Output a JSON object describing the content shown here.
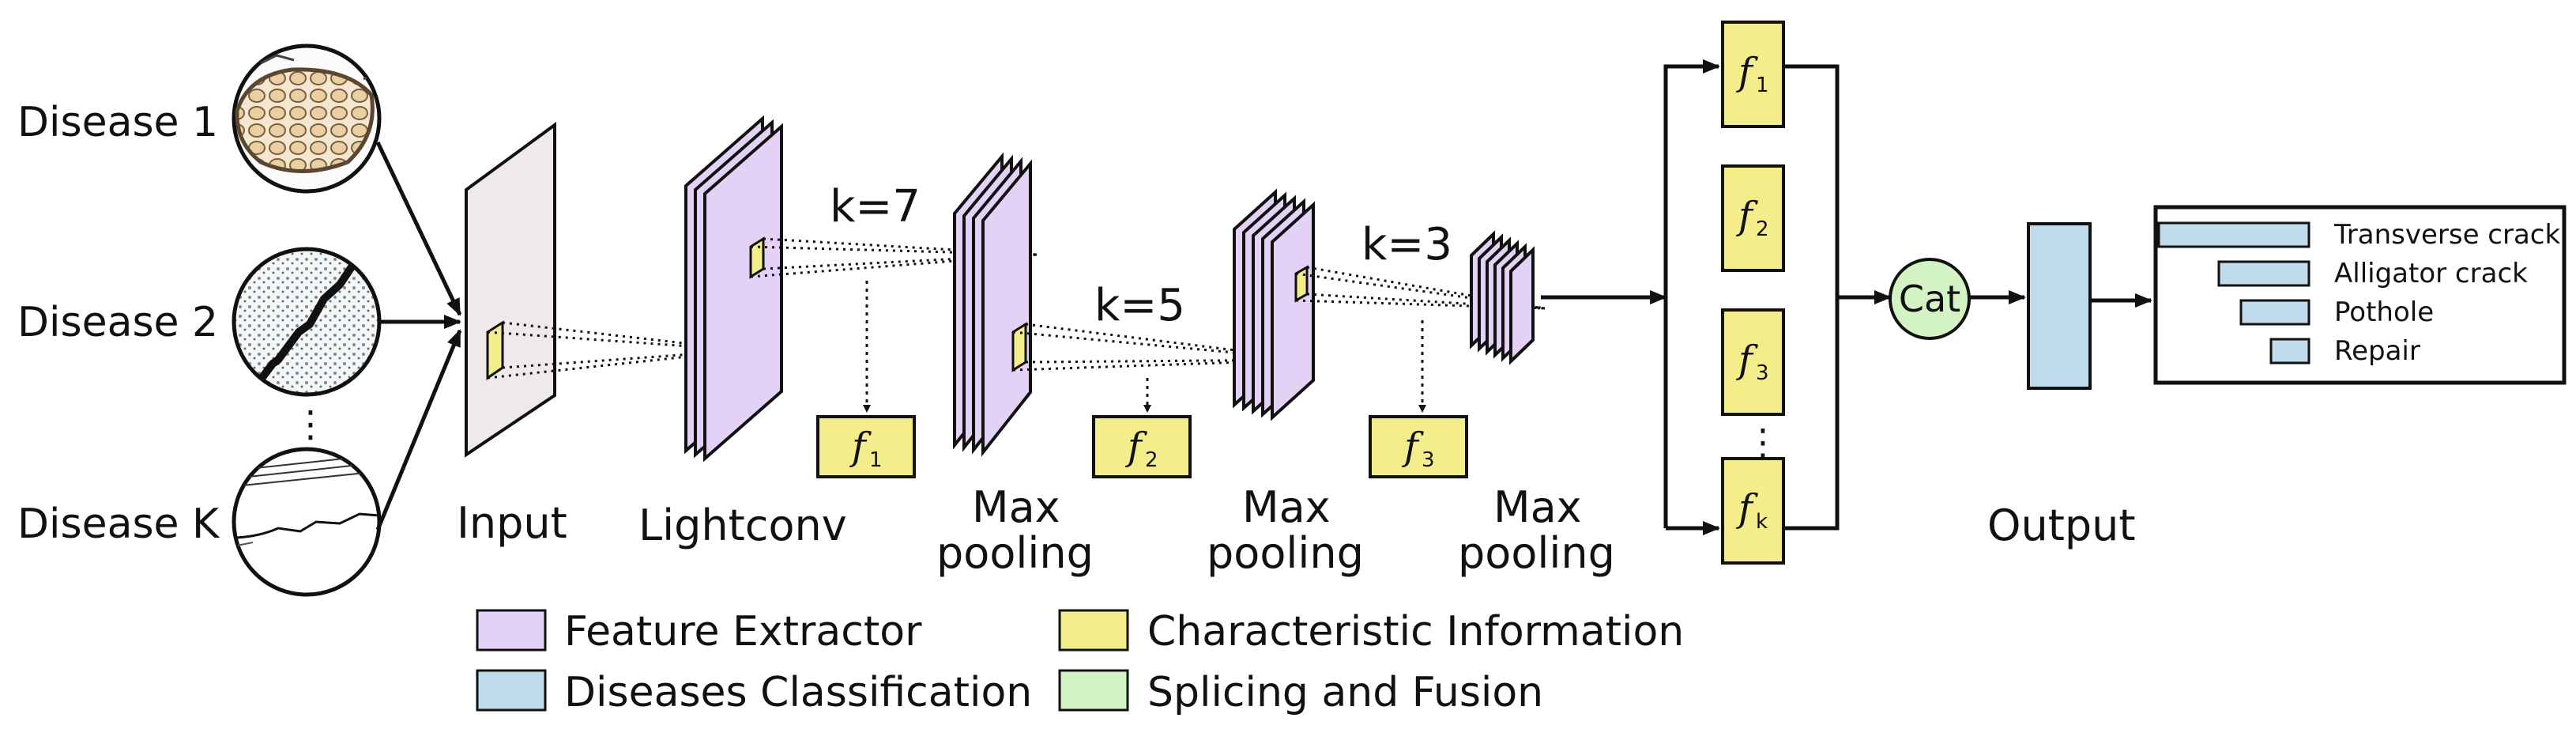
{
  "inputs": [
    {
      "label": "Disease 1"
    },
    {
      "label": "Disease 2"
    },
    {
      "label": "Disease K"
    }
  ],
  "ellipsis": "⋮",
  "stages": {
    "input": "Input",
    "lightconv": "Lightconv",
    "pool1": [
      "Max",
      "pooling"
    ],
    "pool2": [
      "Max",
      "pooling"
    ],
    "pool3": [
      "Max",
      "pooling"
    ],
    "output": "Output"
  },
  "kernels": [
    "k=7",
    "k=5",
    "k=3"
  ],
  "features": {
    "symbol": "f",
    "stage_subs": [
      "1",
      "2",
      "3"
    ],
    "stack_subs": [
      "1",
      "2",
      "3",
      "k"
    ]
  },
  "fusion": {
    "label": "Cat"
  },
  "output_classes": [
    {
      "label": "Transverse crack",
      "value": 1.0
    },
    {
      "label": "Alligator crack",
      "value": 0.6
    },
    {
      "label": "Pothole",
      "value": 0.45
    },
    {
      "label": "Repair",
      "value": 0.25
    }
  ],
  "legend": [
    {
      "label": "Feature Extractor",
      "color": "#e3d2f5"
    },
    {
      "label": "Characteristic Information",
      "color": "#f3ee8a"
    },
    {
      "label": "Diseases Classification",
      "color": "#c0dbec"
    },
    {
      "label": "Splicing and Fusion",
      "color": "#d4f3c4"
    }
  ],
  "colors": {
    "feature": "#e3d2f5",
    "characteristic": "#f3ee8a",
    "classification": "#c0dbec",
    "fusion": "#d4f3c4",
    "input_plane": "#efe9e9",
    "stroke": "#111111"
  }
}
